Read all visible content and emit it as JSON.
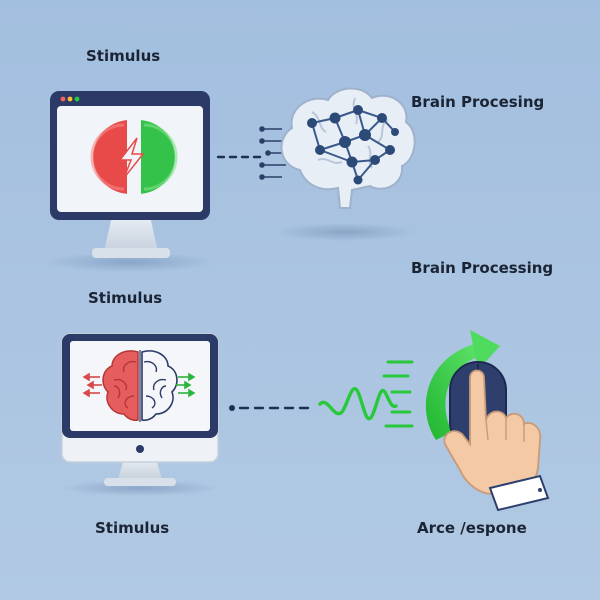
{
  "labels": {
    "stimulus_top": "Stimulus",
    "brain_processing_top": "Brain Procesing",
    "brain_processing_mid": "Brain Processing",
    "stimulus_mid": "Stimulus",
    "stimulus_bottom": "Stimulus",
    "response_bottom": "Arce /espone"
  },
  "colors": {
    "background": "#a9c3e0",
    "stimulus_red": "#e84a4a",
    "stimulus_green": "#35c24a",
    "brain_node": "#2c4a78",
    "response_green": "#27c93a",
    "mouse_navy": "#2e3f6e"
  }
}
